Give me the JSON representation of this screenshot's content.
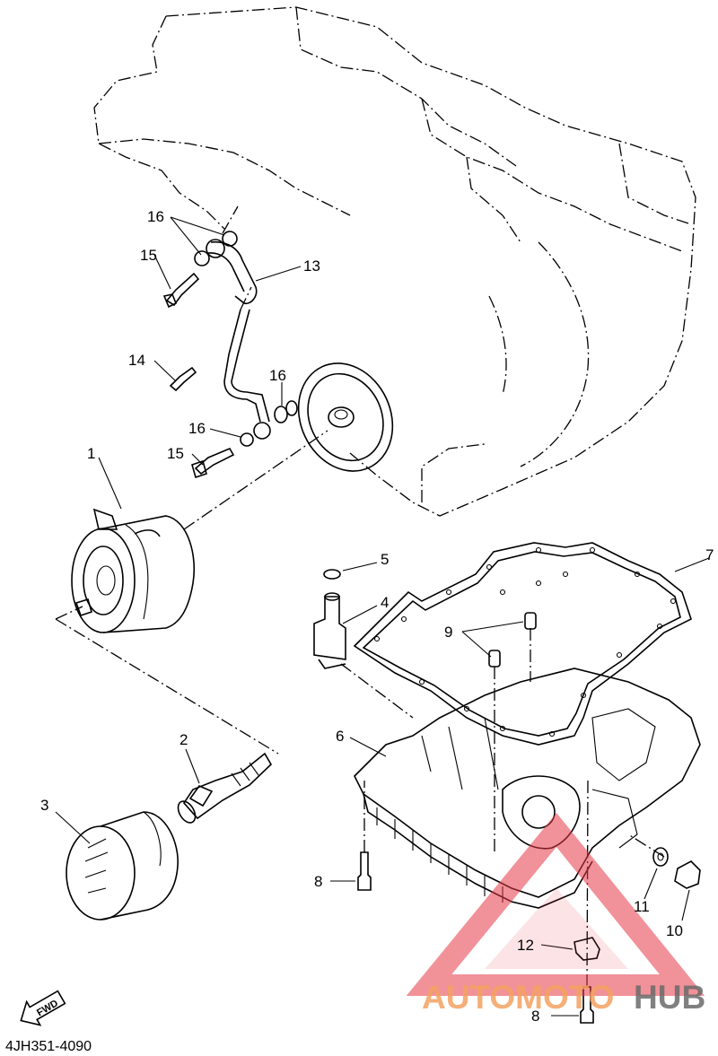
{
  "callouts": {
    "c1": "1",
    "c2": "2",
    "c3": "3",
    "c4": "4",
    "c5": "5",
    "c6": "6",
    "c7": "7",
    "c8a": "8",
    "c8b": "8",
    "c9": "9",
    "c10": "10",
    "c11": "11",
    "c12": "12",
    "c13": "13",
    "c14": "14",
    "c15a": "15",
    "c15b": "15",
    "c16a": "16",
    "c16b": "16",
    "c16c": "16"
  },
  "fwd_label": "FWD",
  "catalog_number": "4JH351-4090",
  "watermark": {
    "text_a": "AUTOMOTO",
    "text_b": "HUB",
    "color_a": "#f4a261",
    "color_b": "#6b6b6b",
    "triangle_color": "#e63946"
  }
}
